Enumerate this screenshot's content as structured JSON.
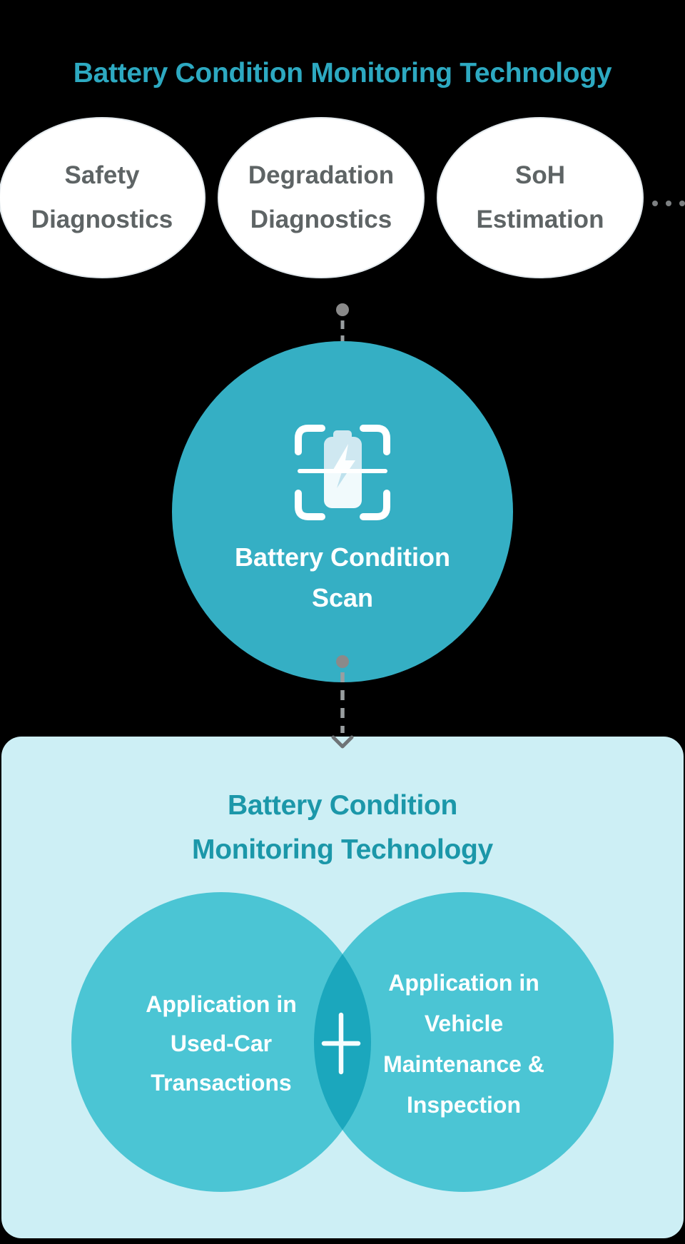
{
  "header": {
    "title": "Battery Condition Monitoring Technology"
  },
  "bubbles": [
    {
      "lines": [
        "Safety",
        "Diagnostics"
      ]
    },
    {
      "lines": [
        "Degradation",
        "Diagnostics"
      ]
    },
    {
      "lines": [
        "SoH",
        "Estimation"
      ]
    }
  ],
  "more_indicator": {
    "icon": "ellipsis-dots",
    "count": 3
  },
  "scan_node": {
    "icon": "battery-scan-icon",
    "lines": [
      "Battery Condition",
      "Scan"
    ]
  },
  "panel": {
    "title_lines": [
      "Battery Condition",
      "Monitoring Technology"
    ],
    "venn_left": {
      "lines": [
        "Application in",
        "Used-Car",
        "Transactions"
      ]
    },
    "venn_right": {
      "lines": [
        "Application in",
        "Vehicle",
        "Maintenance &",
        "Inspection"
      ]
    },
    "plus_icon": "plus-sign"
  },
  "colors": {
    "background": "#000000",
    "top_title_teal": "#2DA9C1",
    "bubble_fill": "#FFFFFF",
    "bubble_border": "#E3E9ED",
    "bubble_text": "#5E6465",
    "scan_circle_teal": "#35AFC4",
    "panel_bg": "#CDEFF5",
    "panel_title_teal": "#1B97A9",
    "venn_circle_teal": "#4BC5D4",
    "venn_overlap_teal": "#1BA7BD",
    "connector_gray": "#999EA0"
  }
}
